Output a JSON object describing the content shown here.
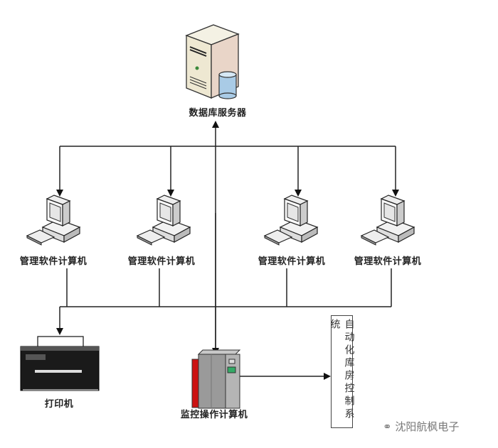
{
  "diagram": {
    "server_label": "数据库服务器",
    "management_pcs": [
      {
        "label": "管理软件计算机"
      },
      {
        "label": "管理软件计算机"
      },
      {
        "label": "管理软件计算机"
      },
      {
        "label": "管理软件计算机"
      }
    ],
    "printer_label": "打印机",
    "monitor_pc_label": "监控操作计算机",
    "control_system_label": "自动化库房控制系统"
  },
  "watermark": {
    "text": "沈阳航枫电子",
    "icon": "wechat-icon"
  },
  "colors": {
    "line": "#222222",
    "cabinet_red": "#cc1111",
    "server_body": "#e8e2cc",
    "cylinder": "#a9cbe6"
  }
}
